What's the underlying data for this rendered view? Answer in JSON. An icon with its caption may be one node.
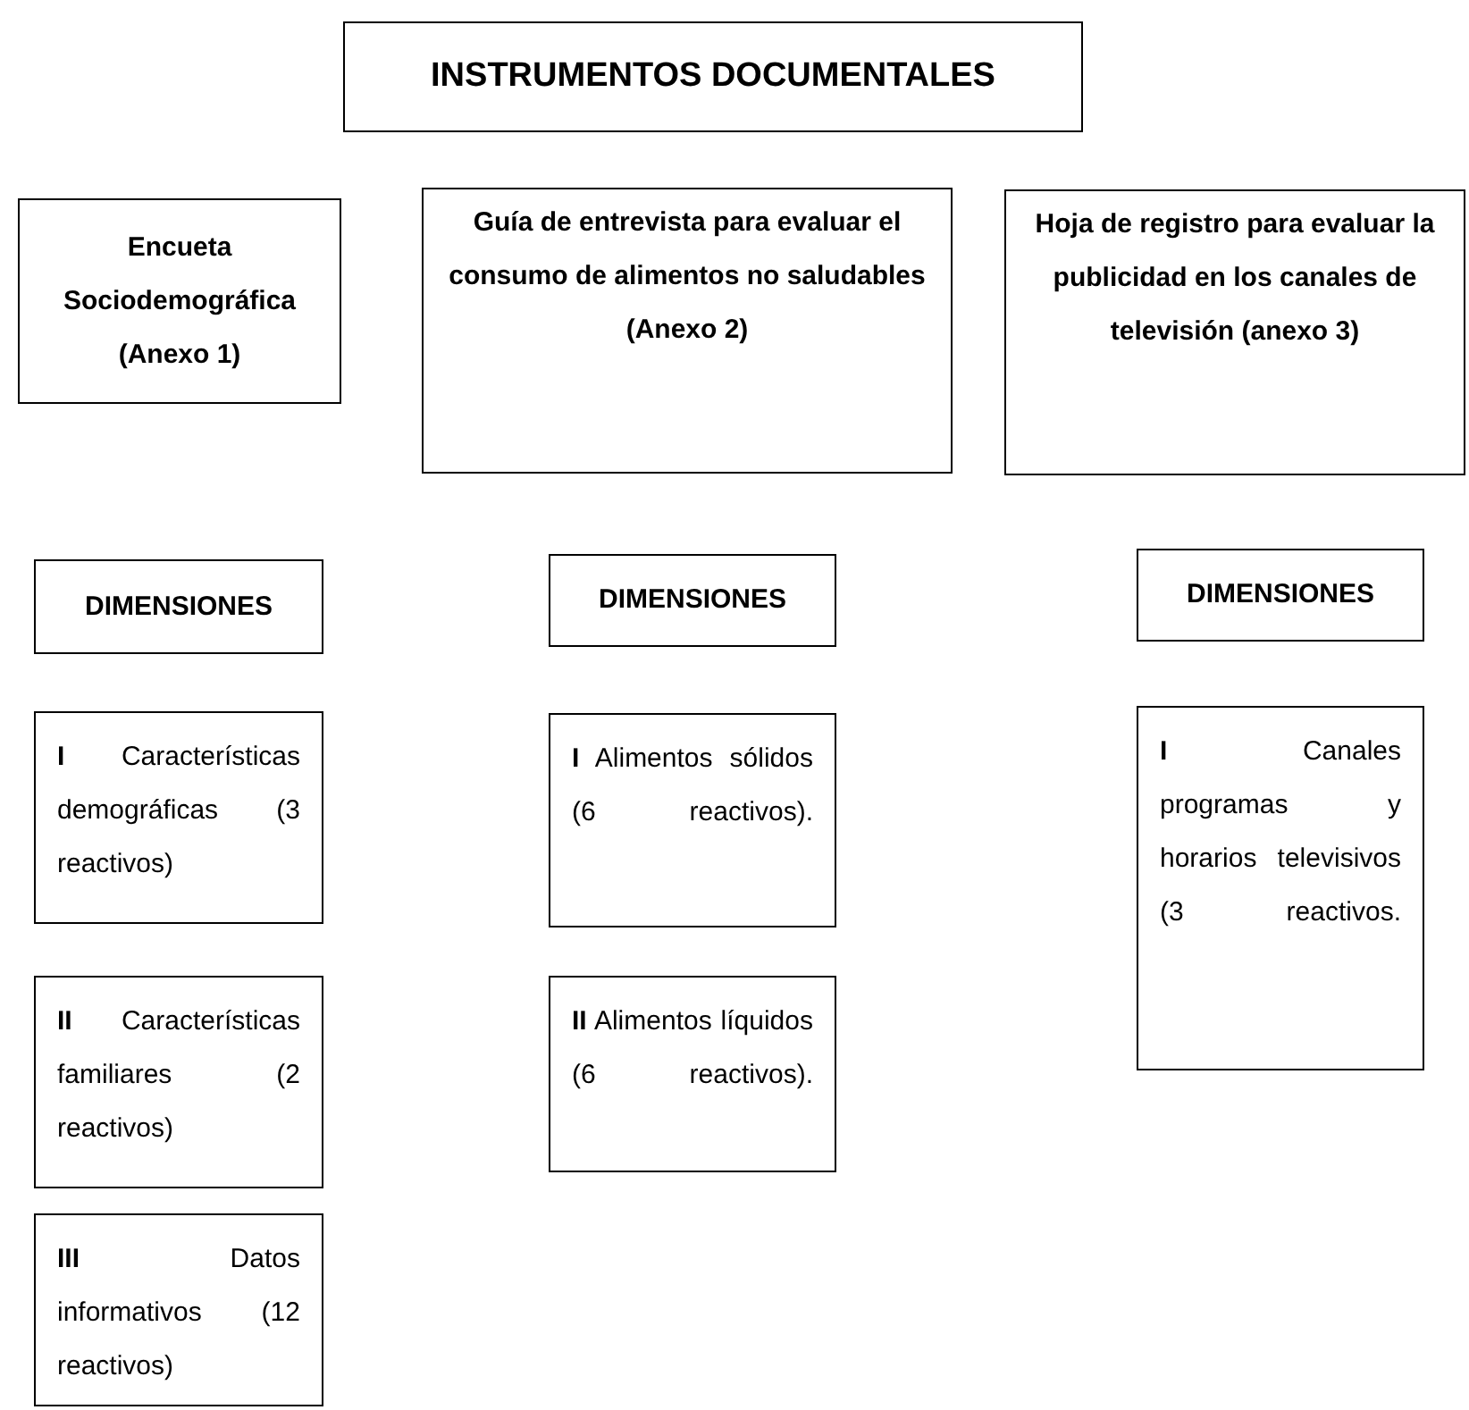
{
  "diagram": {
    "nodes": [
      {
        "text": [
          "INSTRUMENTOS  DOCUMENTALES"
        ]
      },
      {
        "text": [
          "Encueta Sociodemográfica (Anexo 1)"
        ]
      },
      {
        "text": [
          "Guía de entrevista para evaluar el consumo de alimentos no saludables (Anexo 2)"
        ]
      },
      {
        "text": [
          "Hoja de registro para evaluar la publicidad en los canales de televisión (anexo 3)"
        ]
      },
      {
        "text": [
          "DIMENSIONES"
        ]
      },
      {
        "text": [
          "DIMENSIONES"
        ]
      },
      {
        "text": [
          "DIMENSIONES"
        ]
      },
      {
        "text": [
          "**I** Características demográficas (3 reactivos)"
        ]
      },
      {
        "text": [
          "**I** Alimentos sólidos (6 reactivos)."
        ]
      },
      {
        "text": [
          "**I** Canales programas y horarios televisivos (3 reactivos."
        ]
      },
      {
        "text": [
          "**II** Características familiares (2 reactivos)"
        ]
      },
      {
        "text": [
          "**II** Alimentos líquidos (6 reactivos)."
        ]
      },
      {
        "text": [
          "**III** Datos informativos (12 reactivos)"
        ]
      }
    ]
  }
}
